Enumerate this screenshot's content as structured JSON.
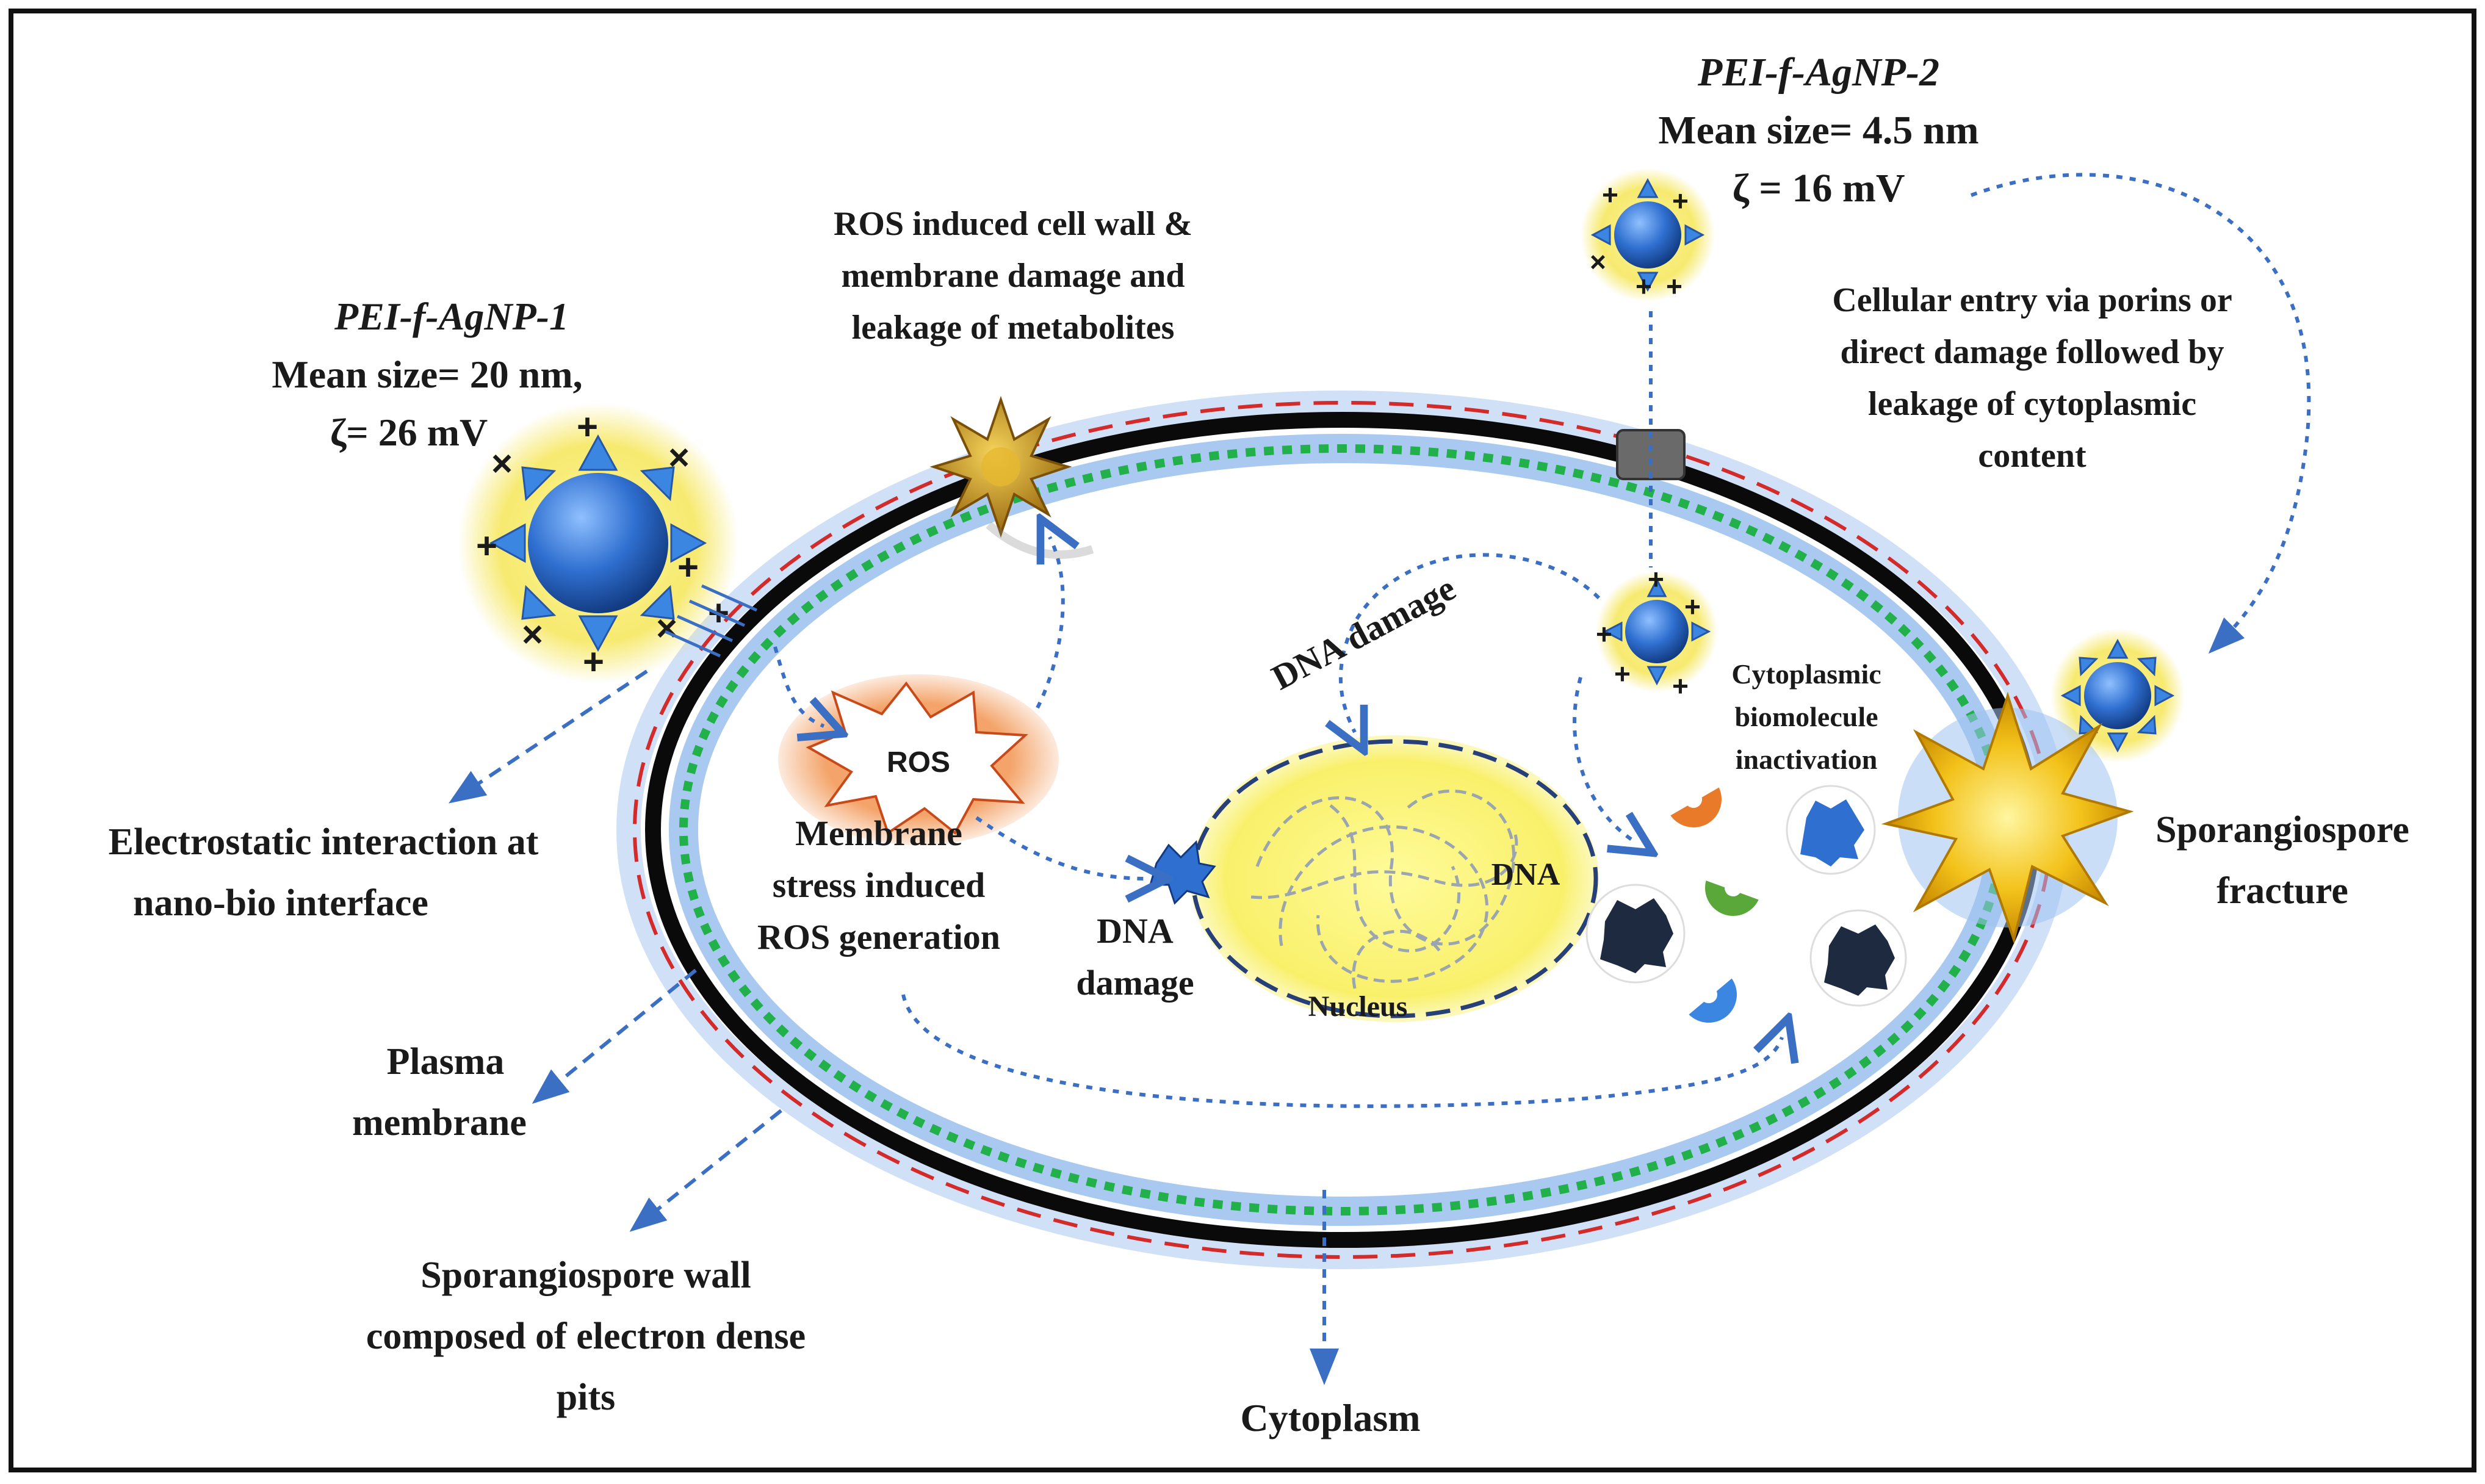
{
  "agnp1": {
    "name": "PEI-f-AgNP-1",
    "size": "Mean size= 20 nm,",
    "zeta": "ζ= 26 mV"
  },
  "agnp2": {
    "name": "PEI-f-AgNP-2",
    "size": "Mean size= 4.5 nm",
    "zeta": "ζ = 16 mV"
  },
  "labels": {
    "ros_damage": [
      "ROS induced cell wall &",
      "membrane damage and",
      "leakage of metabolites"
    ],
    "cellular_entry": [
      "Cellular entry via porins or",
      "direct damage followed by",
      "leakage of cytoplasmic",
      "content"
    ],
    "dna_damage_top": "DNA damage",
    "ros": "ROS",
    "membrane_stress": [
      "Membrane",
      "stress induced",
      "ROS generation"
    ],
    "dna_damage_bottom": [
      "DNA",
      "damage"
    ],
    "nucleus": "Nucleus",
    "dna": "DNA",
    "cytoplasmic_inactivation": [
      "Cytoplasmic",
      "biomolecule",
      "inactivation"
    ],
    "sporangiospore_fracture": [
      "Sporangiospore",
      "fracture"
    ],
    "electrostatic": [
      "Electrostatic interaction  at",
      "nano-bio interface"
    ],
    "plasma_membrane": [
      "Plasma",
      "membrane"
    ],
    "spore_wall": [
      "Sporangiospore  wall",
      "composed of electron dense",
      "pits"
    ],
    "cytoplasm": "Cytoplasm"
  },
  "colors": {
    "arrow_blue": "#3b6fc4",
    "membrane_green": "#22b04b",
    "wall_black": "#0a0a0a",
    "outer_red": "#d32a2a",
    "halo_yellow": "#f4e24a",
    "particle_blue": "#3a78d0"
  }
}
